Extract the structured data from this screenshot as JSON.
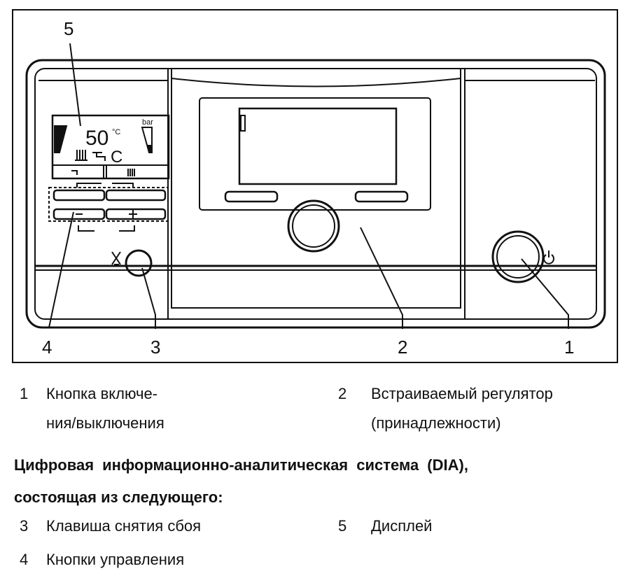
{
  "figure": {
    "callouts": [
      "1",
      "2",
      "3",
      "4",
      "5"
    ],
    "display": {
      "temperature": "50",
      "unit": "°C",
      "pressure_unit": "bar",
      "mode": "C"
    }
  },
  "legend": [
    {
      "num": "1",
      "line1": "Кнопка включе-",
      "line2": "ния/выключения"
    },
    {
      "num": "2",
      "line1": "Встраиваемый регулятор",
      "line2": "(принадлежности)"
    }
  ],
  "heading": {
    "line1": "Цифровая информационно-аналитическая система (DIA),",
    "line2": "состоящая из следующего:"
  },
  "dia_items": [
    {
      "num": "3",
      "label": "Клавиша снятия сбоя"
    },
    {
      "num": "5",
      "label": "Дисплей"
    },
    {
      "num": "4",
      "label": "Кнопки управления"
    }
  ]
}
